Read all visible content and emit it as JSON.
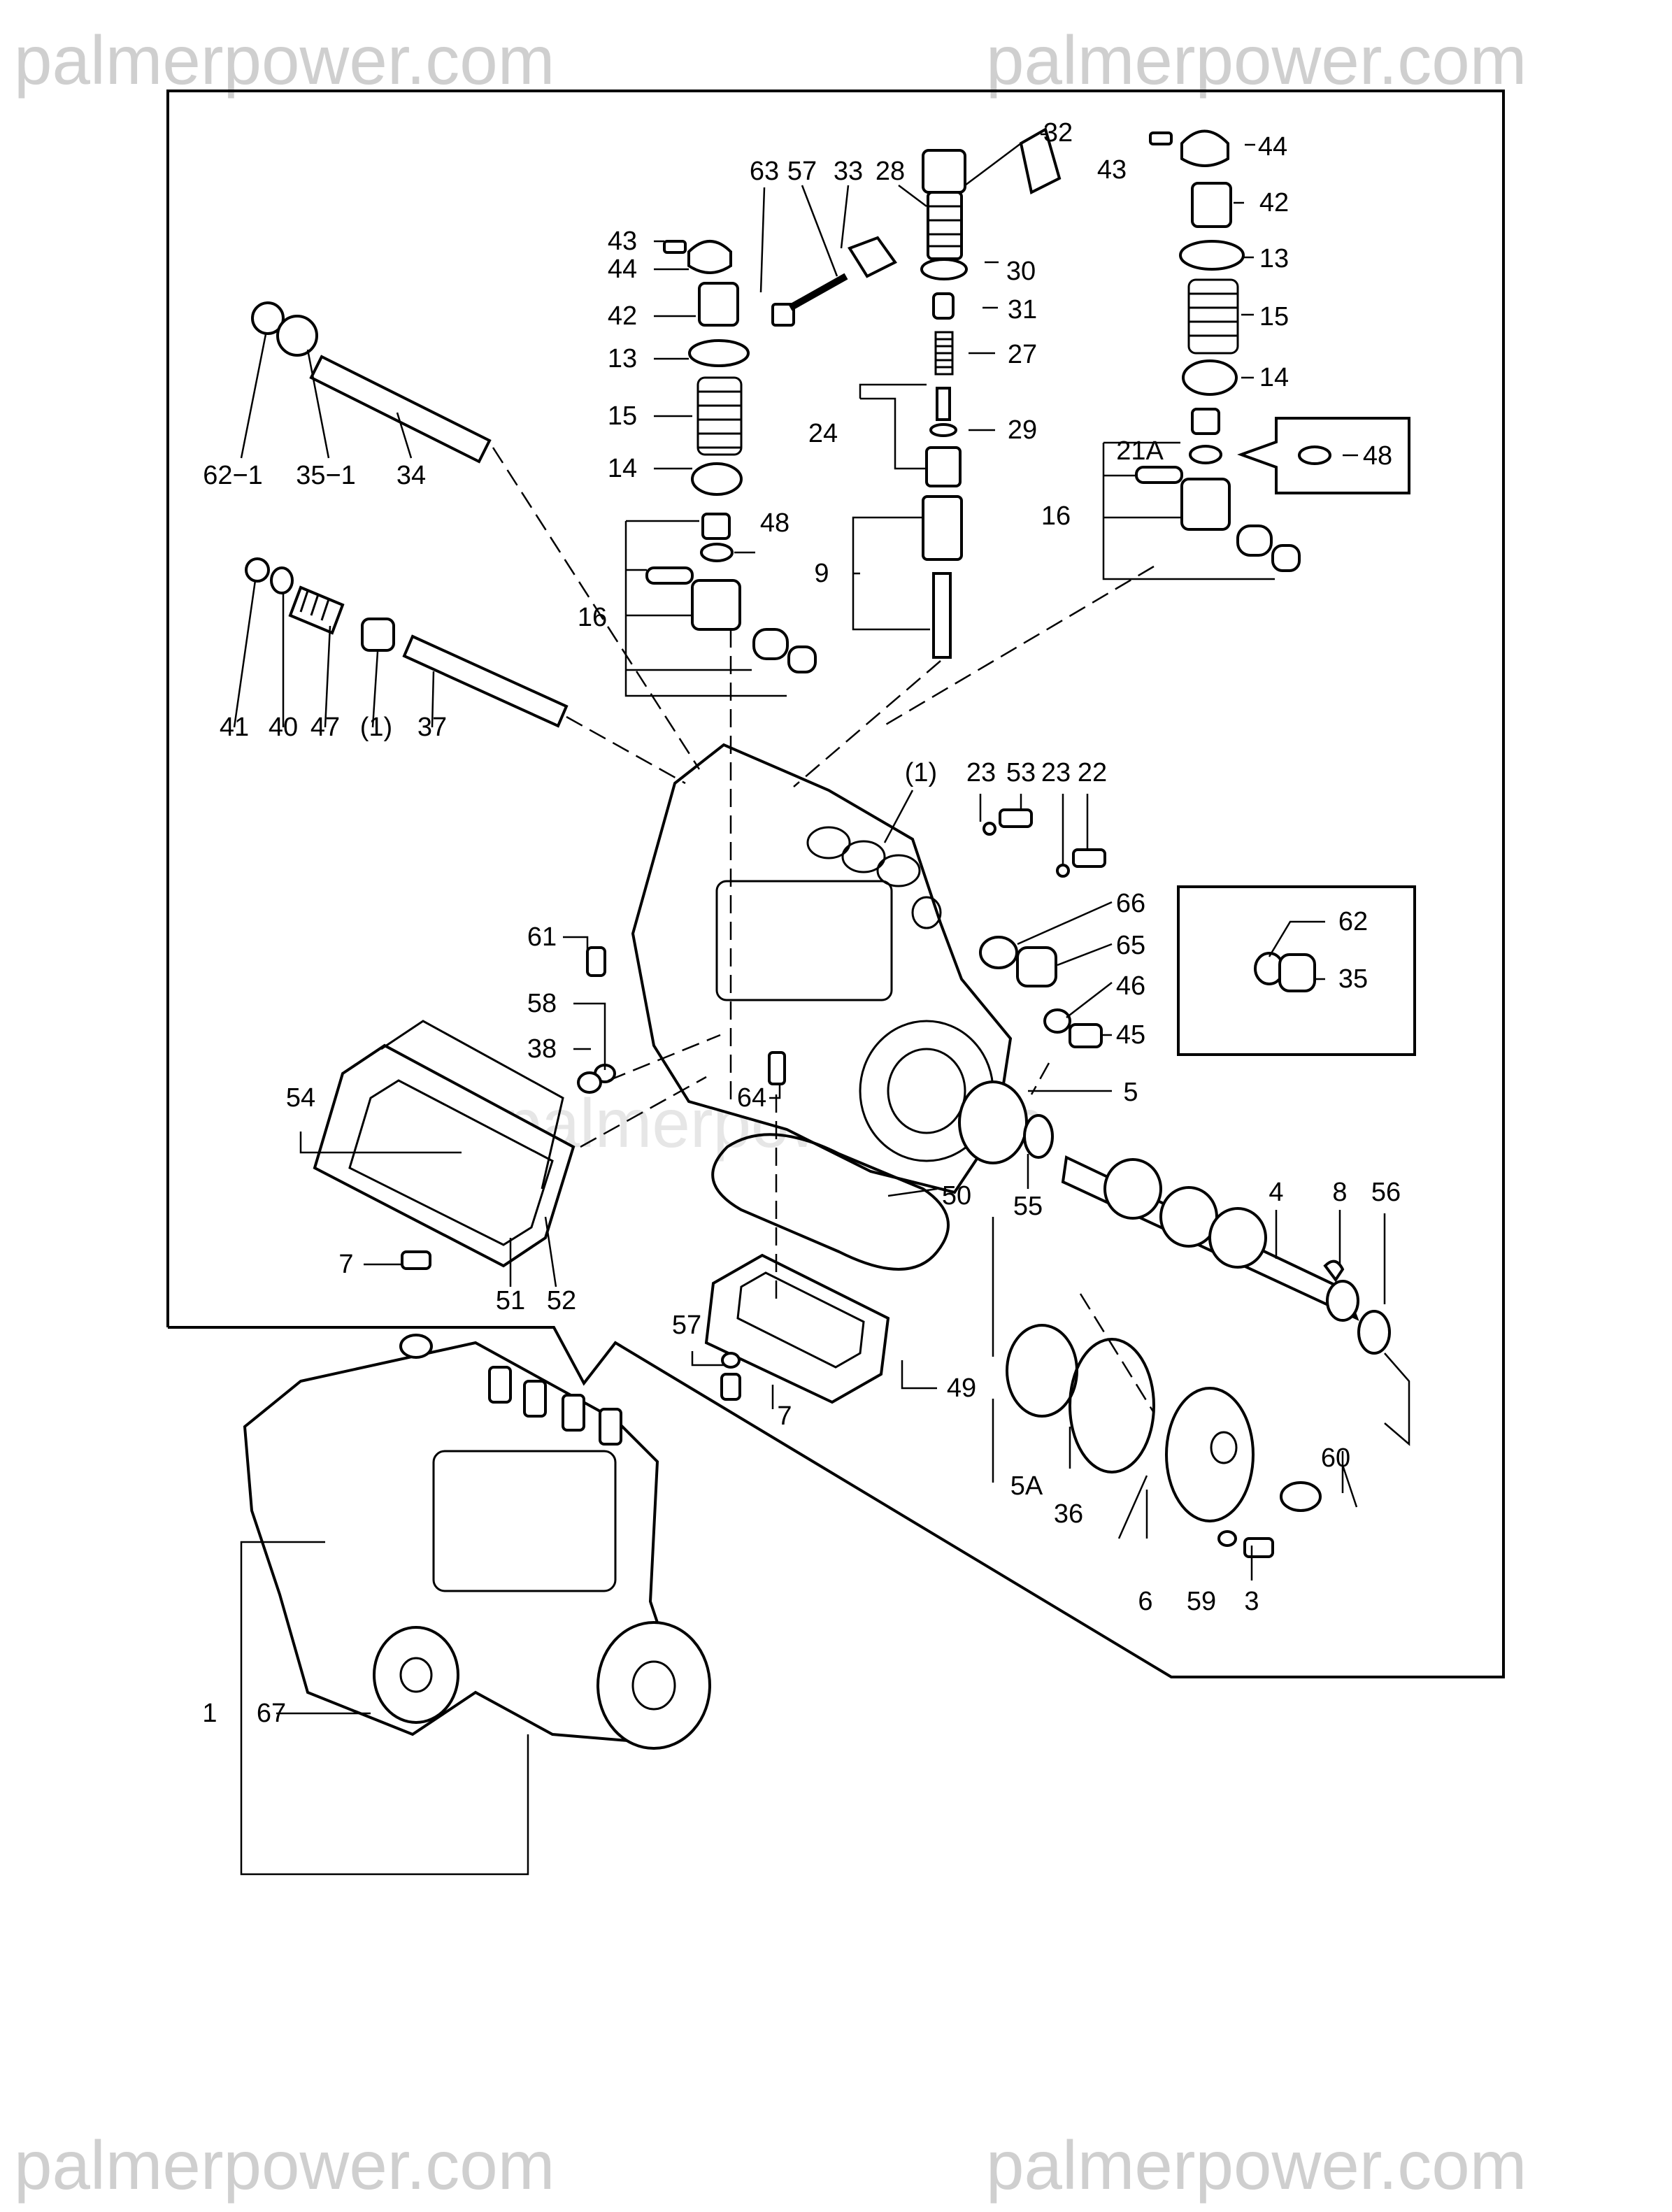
{
  "watermark": {
    "text": "palmerpower.com"
  },
  "labels": [
    {
      "id": "32",
      "text": "32"
    },
    {
      "id": "44a",
      "text": "44"
    },
    {
      "id": "43a",
      "text": "43"
    },
    {
      "id": "63",
      "text": "63"
    },
    {
      "id": "57a",
      "text": "57"
    },
    {
      "id": "33",
      "text": "33"
    },
    {
      "id": "28",
      "text": "28"
    },
    {
      "id": "42a",
      "text": "42"
    },
    {
      "id": "43b",
      "text": "43"
    },
    {
      "id": "44b",
      "text": "44"
    },
    {
      "id": "30",
      "text": "30"
    },
    {
      "id": "13a",
      "text": "13"
    },
    {
      "id": "42b",
      "text": "42"
    },
    {
      "id": "31",
      "text": "31"
    },
    {
      "id": "13b",
      "text": "13"
    },
    {
      "id": "27",
      "text": "27"
    },
    {
      "id": "15a",
      "text": "15"
    },
    {
      "id": "15b",
      "text": "15"
    },
    {
      "id": "14a",
      "text": "14"
    },
    {
      "id": "24",
      "text": "24"
    },
    {
      "id": "29",
      "text": "29"
    },
    {
      "id": "21A",
      "text": "21A"
    },
    {
      "id": "48a",
      "text": "48"
    },
    {
      "id": "62-1",
      "text": "62−1"
    },
    {
      "id": "35-1",
      "text": "35−1"
    },
    {
      "id": "34",
      "text": "34"
    },
    {
      "id": "14b",
      "text": "14"
    },
    {
      "id": "16a",
      "text": "16"
    },
    {
      "id": "48b",
      "text": "48"
    },
    {
      "id": "9",
      "text": "9"
    },
    {
      "id": "16b",
      "text": "16"
    },
    {
      "id": "41",
      "text": "41"
    },
    {
      "id": "40",
      "text": "40"
    },
    {
      "id": "47",
      "text": "47"
    },
    {
      "id": "p1a",
      "text": "(1)"
    },
    {
      "id": "37",
      "text": "37"
    },
    {
      "id": "p1b",
      "text": "(1)"
    },
    {
      "id": "23a",
      "text": "23"
    },
    {
      "id": "53",
      "text": "53"
    },
    {
      "id": "23b",
      "text": "23"
    },
    {
      "id": "22",
      "text": "22"
    },
    {
      "id": "66",
      "text": "66"
    },
    {
      "id": "62",
      "text": "62"
    },
    {
      "id": "61",
      "text": "61"
    },
    {
      "id": "65",
      "text": "65"
    },
    {
      "id": "35",
      "text": "35"
    },
    {
      "id": "46",
      "text": "46"
    },
    {
      "id": "58",
      "text": "58"
    },
    {
      "id": "45",
      "text": "45"
    },
    {
      "id": "38",
      "text": "38"
    },
    {
      "id": "64",
      "text": "64"
    },
    {
      "id": "5",
      "text": "5"
    },
    {
      "id": "54",
      "text": "54"
    },
    {
      "id": "50",
      "text": "50"
    },
    {
      "id": "55",
      "text": "55"
    },
    {
      "id": "4",
      "text": "4"
    },
    {
      "id": "8",
      "text": "8"
    },
    {
      "id": "56",
      "text": "56"
    },
    {
      "id": "7a",
      "text": "7"
    },
    {
      "id": "51",
      "text": "51"
    },
    {
      "id": "52",
      "text": "52"
    },
    {
      "id": "57b",
      "text": "57"
    },
    {
      "id": "7b",
      "text": "7"
    },
    {
      "id": "49",
      "text": "49"
    },
    {
      "id": "60",
      "text": "60"
    },
    {
      "id": "5A",
      "text": "5A"
    },
    {
      "id": "36",
      "text": "36"
    },
    {
      "id": "6",
      "text": "6"
    },
    {
      "id": "59",
      "text": "59"
    },
    {
      "id": "3",
      "text": "3"
    },
    {
      "id": "1",
      "text": "1"
    },
    {
      "id": "67",
      "text": "67"
    }
  ]
}
